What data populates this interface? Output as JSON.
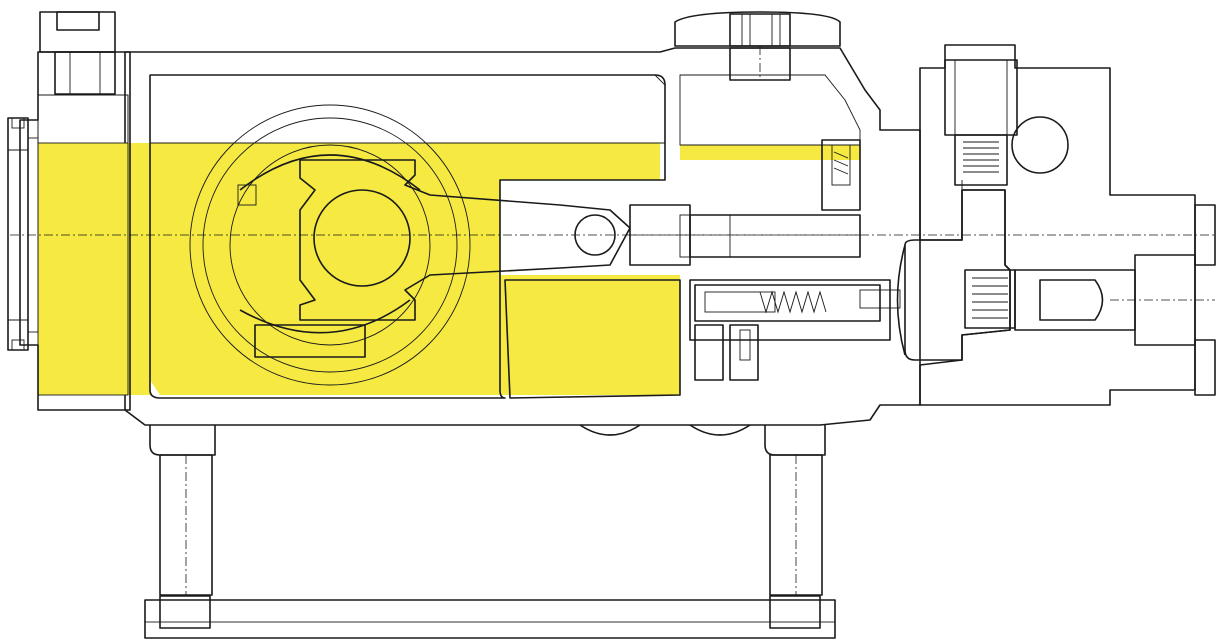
{
  "colors": {
    "oil": "#f5e942",
    "fluid": "#3a9c6a",
    "line": "#1a1a1a",
    "paper": "#ffffff"
  },
  "parts": [
    "pump-body",
    "rear-cover",
    "sight-glass",
    "top-fitting",
    "filler-knob",
    "crankshaft",
    "connecting-rod",
    "piston",
    "relief-valve",
    "diaphragm",
    "pump-head",
    "outlet-valve",
    "inlet-valve",
    "suction-port",
    "mounting-feet",
    "base-plate"
  ]
}
